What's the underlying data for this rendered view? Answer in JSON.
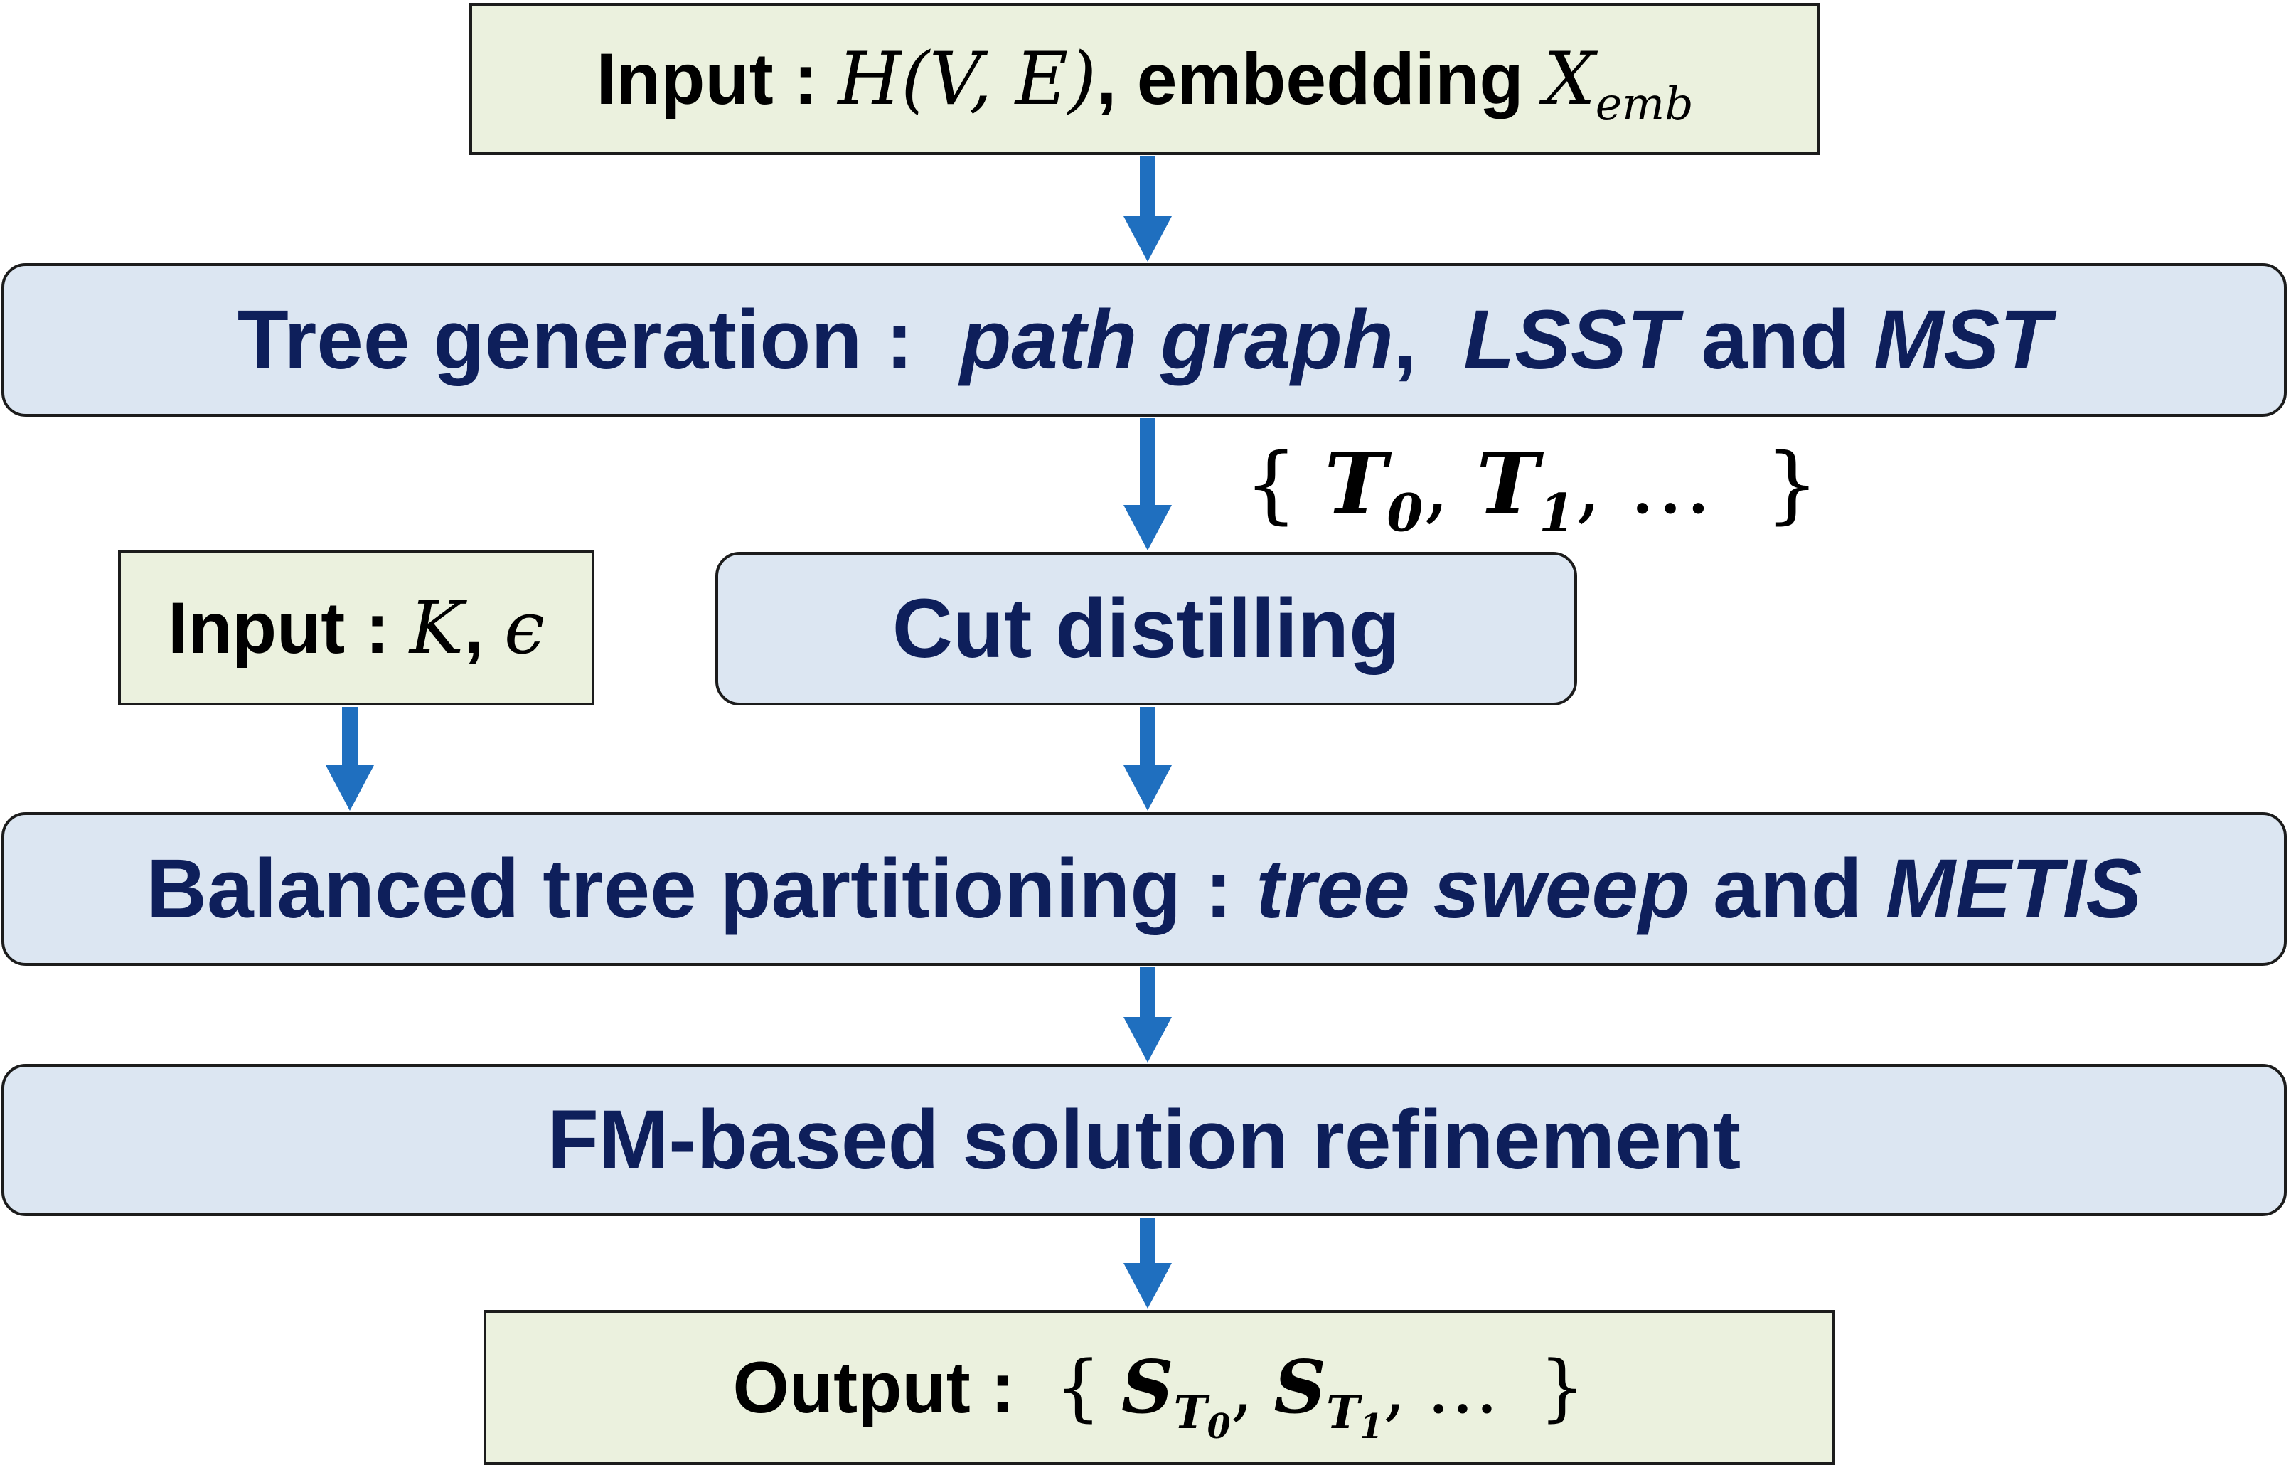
{
  "input_graph": {
    "label": "Input :",
    "graph_symbol": "H",
    "graph_args": "(V, E)",
    "separator": ",",
    "embedding_text": "embedding",
    "embedding_symbol": "X",
    "embedding_subscript": "emb"
  },
  "tree_generation": {
    "label": "Tree generation :",
    "method_1": "path graph",
    "comma": ",",
    "method_2": "LSST",
    "and_text": "and",
    "method_3": "MST"
  },
  "tree_set": {
    "open": "{",
    "symbol": "T",
    "sub_0": "0",
    "sub_1": "1",
    "comma": ",",
    "ellipsis": "…",
    "close": "}"
  },
  "input_params": {
    "label": "Input :",
    "k_symbol": "K",
    "comma": ",",
    "epsilon_symbol": "ϵ"
  },
  "cut_distilling": {
    "label": "Cut distilling"
  },
  "balanced_partitioning": {
    "label": "Balanced tree partitioning :",
    "method_1": "tree sweep",
    "and_text": "and",
    "method_2": "METIS"
  },
  "refinement": {
    "label": "FM-based solution refinement"
  },
  "output": {
    "label": "Output :",
    "open": "{",
    "symbol": "S",
    "sub_symbol": "T",
    "sub_0": "0",
    "sub_1": "1",
    "comma": ",",
    "ellipsis": "…",
    "close": "}"
  },
  "colors": {
    "io_fill": "#ebf1de",
    "step_fill": "#dce6f2",
    "step_text": "#0e1f5b",
    "arrow": "#1f6fbf",
    "border": "#1c1c1c"
  }
}
